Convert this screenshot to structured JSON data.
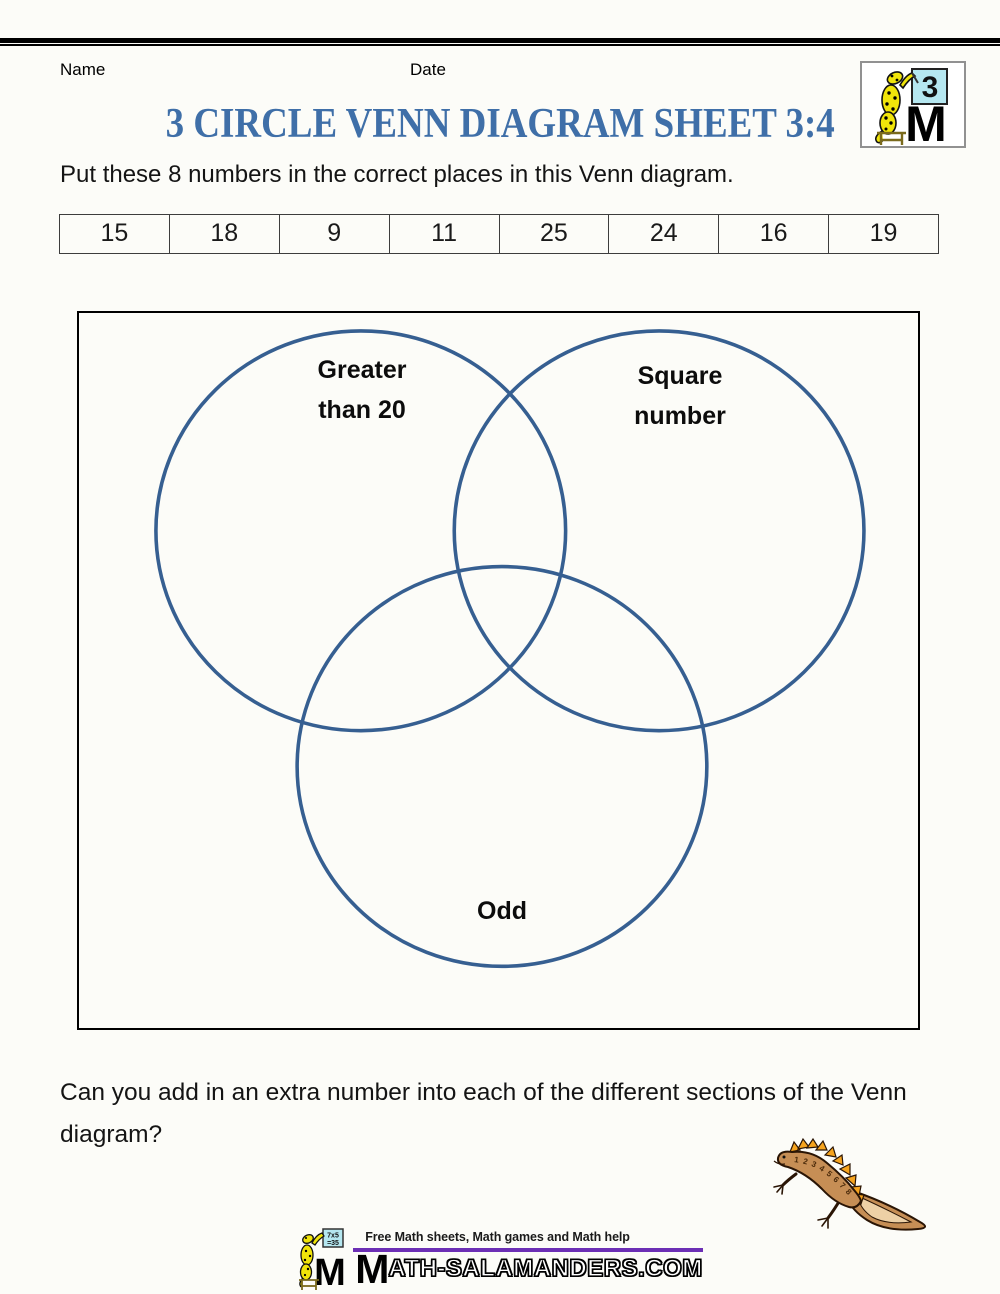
{
  "header": {
    "name_label": "Name",
    "date_label": "Date",
    "title": "3 CIRCLE VENN DIAGRAM SHEET 3:4",
    "title_color": "#3f6fa8",
    "corner_logo": {
      "number": "3",
      "m": "M"
    }
  },
  "instruction": "Put these 8 numbers in the correct places in this Venn diagram.",
  "numbers": [
    "15",
    "18",
    "9",
    "11",
    "25",
    "24",
    "16",
    "19"
  ],
  "venn": {
    "stroke_color": "#365f91",
    "circles": [
      {
        "label_line1": "Greater",
        "label_line2": "than 20"
      },
      {
        "label_line1": "Square",
        "label_line2": "number"
      },
      {
        "label_line1": "Odd",
        "label_line2": ""
      }
    ]
  },
  "challenge": "Can you add in an extra number into each of the different sections of the Venn diagram?",
  "newt": {
    "body_numbers": "1 2 3 4 5 6 7 8 9",
    "body_color": "#c68e55",
    "crest_color": "#f6a41e"
  },
  "footer": {
    "tagline": "Free Math sheets, Math games and Math help",
    "underline_color": "#6c2fb5",
    "logo_card_line1": "7x5",
    "logo_card_line2": "=35",
    "wordmark_m": "M",
    "wordmark_rest": "ATH-SALAMANDERS.COM"
  }
}
